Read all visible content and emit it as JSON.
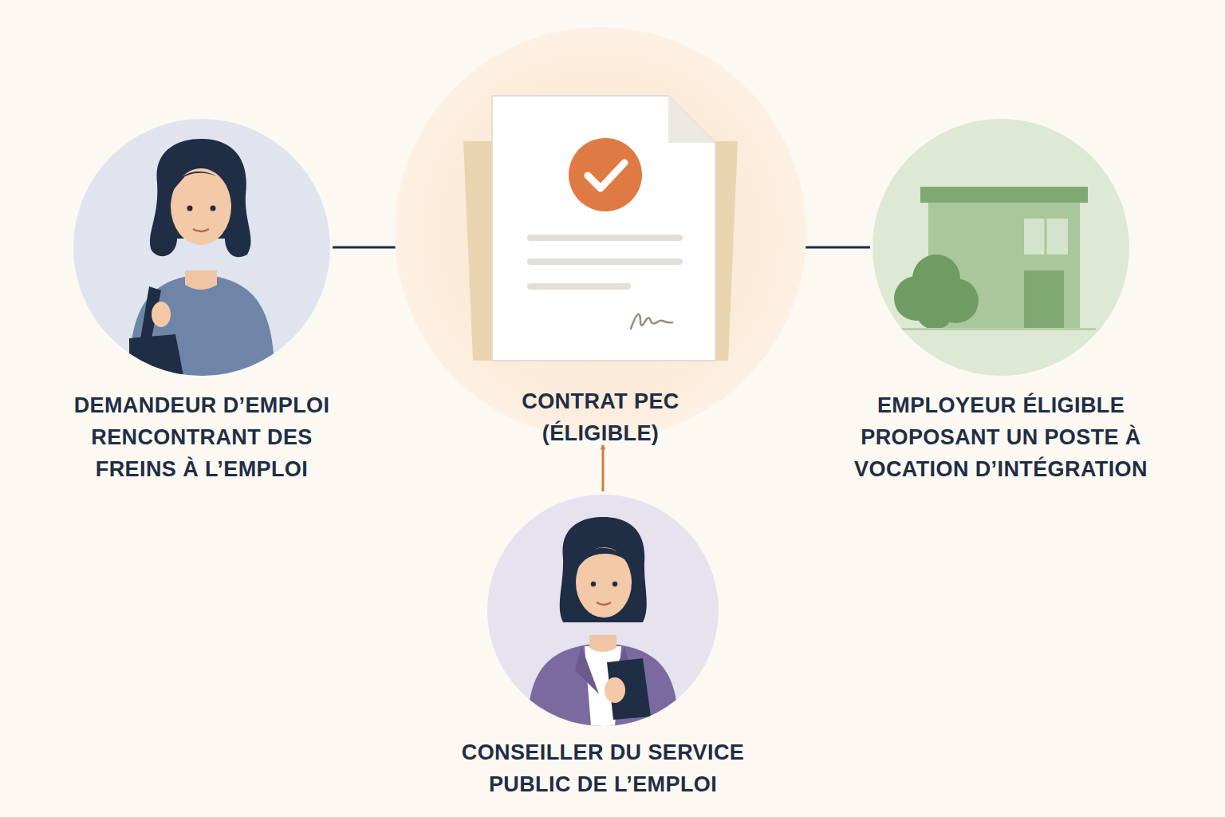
{
  "diagram": {
    "nodes": [
      {
        "text": [
          "DEMANDEUR D’EMPLOI RENCONTRANT DES FREINS À L’EMPLOI"
        ]
      },
      {
        "text": [
          "CONTRAT PEC (ÉLIGIBLE)"
        ]
      },
      {
        "text": [
          "EMPLOYEUR ÉLIGIBLE PROPOSANT UN POSTE À VOCATION D’INTÉGRATION"
        ]
      },
      {
        "text": [
          "CONSEILLER DU SERVICE PUBLIC DE L’EMPLOI"
        ]
      }
    ],
    "edges": [
      {
        "from": 0,
        "to": 1,
        "arrow": "none"
      },
      {
        "from": 1,
        "to": 2,
        "arrow": "none"
      },
      {
        "from": 3,
        "to": 1,
        "arrow": "to"
      }
    ]
  }
}
